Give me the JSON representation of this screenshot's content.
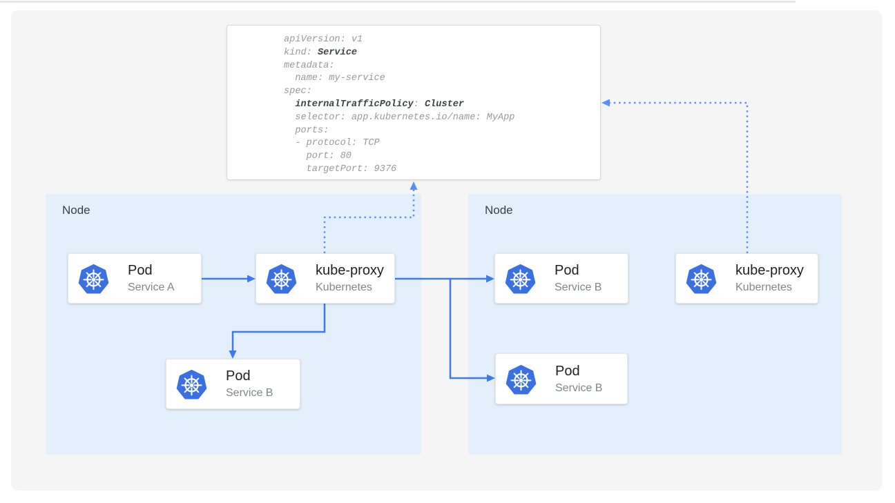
{
  "code_block": {
    "lines": [
      [
        {
          "t": "apiVersion: v1"
        }
      ],
      [
        {
          "t": "kind: "
        },
        {
          "t": "Service",
          "b": true
        }
      ],
      [
        {
          "t": "metadata:"
        }
      ],
      [
        {
          "t": "  name: my-service"
        }
      ],
      [
        {
          "t": "spec:"
        }
      ],
      [
        {
          "t": "  "
        },
        {
          "t": "internalTrafficPolicy",
          "b": true
        },
        {
          "t": ": "
        },
        {
          "t": "Cluster",
          "b": true
        }
      ],
      [
        {
          "t": "  selector: app.kubernetes.io/name: MyApp"
        }
      ],
      [
        {
          "t": "  ports:"
        }
      ],
      [
        {
          "t": "  - protocol: TCP"
        }
      ],
      [
        {
          "t": "    port: 80"
        }
      ],
      [
        {
          "t": "    targetPort: 9376"
        }
      ]
    ]
  },
  "nodes": {
    "left": {
      "label": "Node"
    },
    "right": {
      "label": "Node"
    }
  },
  "cards": {
    "pod_a": {
      "title": "Pod",
      "subtitle": "Service A",
      "icon": "kubernetes-icon"
    },
    "kube_proxy_left": {
      "title": "kube-proxy",
      "subtitle": "Kubernetes",
      "icon": "kubernetes-icon"
    },
    "pod_b_left": {
      "title": "Pod",
      "subtitle": "Service B",
      "icon": "kubernetes-icon"
    },
    "pod_b_right_top": {
      "title": "Pod",
      "subtitle": "Service B",
      "icon": "kubernetes-icon"
    },
    "pod_b_right_bottom": {
      "title": "Pod",
      "subtitle": "Service B",
      "icon": "kubernetes-icon"
    },
    "kube_proxy_right": {
      "title": "kube-proxy",
      "subtitle": "Kubernetes",
      "icon": "kubernetes-icon"
    }
  },
  "colors": {
    "accent_blue": "#3d7af0",
    "dotted_blue": "#5b8ff5",
    "node_fill": "#e3f0fc",
    "panel_fill": "#f5f5f5",
    "kubernetes_blue": "#3a70e2",
    "code_text": "#9a9a9a",
    "code_bold_text": "#3f4348",
    "title_text": "#212121",
    "subtitle_text": "#80868b",
    "node_label_text": "#3c4043"
  }
}
